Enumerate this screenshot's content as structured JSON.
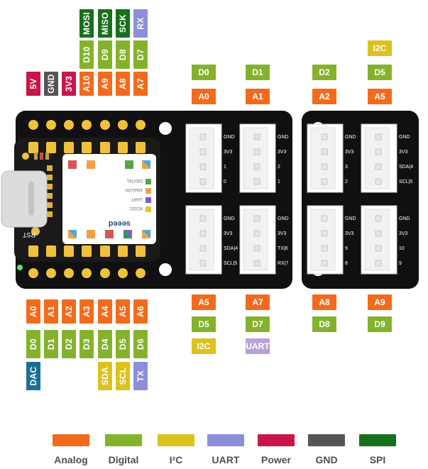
{
  "colors": {
    "analog": "#F26B1D",
    "digital": "#85B22C",
    "i2c": "#DCC21F",
    "uart": "#8C8FD8",
    "power": "#C8164A",
    "gnd": "#555555",
    "spi": "#186F1C",
    "uart_label": "#B9A1D6",
    "dac": "#1E6F96",
    "board": "#101010"
  },
  "top_columns": [
    {
      "labels": [
        "5V"
      ],
      "colors": [
        "power"
      ]
    },
    {
      "labels": [
        "GND"
      ],
      "colors": [
        "gnd"
      ]
    },
    {
      "labels": [
        "3V3"
      ],
      "colors": [
        "power"
      ]
    },
    {
      "labels": [
        "A10",
        "D10",
        "MOSI"
      ],
      "colors": [
        "analog",
        "digital",
        "spi"
      ]
    },
    {
      "labels": [
        "A9",
        "D9",
        "MISO"
      ],
      "colors": [
        "analog",
        "digital",
        "spi"
      ]
    },
    {
      "labels": [
        "A8",
        "D8",
        "SCK"
      ],
      "colors": [
        "analog",
        "digital",
        "spi"
      ]
    },
    {
      "labels": [
        "A7",
        "D7",
        "RX"
      ],
      "colors": [
        "analog",
        "digital",
        "uart"
      ]
    }
  ],
  "bottom_columns": [
    {
      "labels": [
        "A0",
        "D0",
        "DAC"
      ],
      "colors": [
        "analog",
        "digital",
        "dac"
      ]
    },
    {
      "labels": [
        "A1",
        "D1"
      ],
      "colors": [
        "analog",
        "digital"
      ]
    },
    {
      "labels": [
        "A2",
        "D2"
      ],
      "colors": [
        "analog",
        "digital"
      ]
    },
    {
      "labels": [
        "A3",
        "D3"
      ],
      "colors": [
        "analog",
        "digital"
      ]
    },
    {
      "labels": [
        "A4",
        "D4",
        "SDA"
      ],
      "colors": [
        "analog",
        "digital",
        "i2c"
      ]
    },
    {
      "labels": [
        "A5",
        "D5",
        "SCL"
      ],
      "colors": [
        "analog",
        "digital",
        "i2c"
      ]
    },
    {
      "labels": [
        "A6",
        "D6",
        "TX"
      ],
      "colors": [
        "analog",
        "digital",
        "uart"
      ]
    }
  ],
  "grove_top_labels": [
    {
      "labels": [
        "D0",
        "A0"
      ]
    },
    {
      "labels": [
        "D1",
        "A1"
      ]
    },
    {
      "labels": [
        "D2",
        "A2"
      ]
    },
    {
      "labels": [
        "I2C",
        "D5",
        "A5"
      ]
    }
  ],
  "grove_bottom_labels": [
    {
      "labels": [
        "A5",
        "D5",
        "I2C"
      ]
    },
    {
      "labels": [
        "A7",
        "D7",
        "UART"
      ]
    },
    {
      "labels": [
        "A8",
        "D8"
      ]
    },
    {
      "labels": [
        "A9",
        "D9"
      ]
    }
  ],
  "connectors_top": [
    [
      "GND",
      "3V3",
      "1",
      "0"
    ],
    [
      "GND",
      "3V3",
      "2",
      "1"
    ],
    [
      "GND",
      "3V3",
      "3",
      "2"
    ],
    [
      "GND",
      "3V3",
      "SDA|4",
      "SCL|5"
    ]
  ],
  "connectors_bottom": [
    [
      "GND",
      "3V3",
      "SDA|4",
      "SCL|5"
    ],
    [
      "GND",
      "3V3",
      "TX|6",
      "RX|7"
    ],
    [
      "GND",
      "3V3",
      "9",
      "8"
    ],
    [
      "GND",
      "3V3",
      "10",
      "9"
    ]
  ],
  "board_text": {
    "rst": "RST",
    "brand": "seeed",
    "mini_legend": [
      "DIGITAL",
      "ANALOG",
      "UART",
      "IIC/I2C"
    ]
  },
  "legend": [
    {
      "label": "Analog",
      "color": "analog"
    },
    {
      "label": "Digital",
      "color": "digital"
    },
    {
      "label": "I²C",
      "color": "i2c"
    },
    {
      "label": "UART",
      "color": "uart"
    },
    {
      "label": "Power",
      "color": "power"
    },
    {
      "label": "GND",
      "color": "gnd"
    },
    {
      "label": "SPI",
      "color": "spi"
    }
  ]
}
